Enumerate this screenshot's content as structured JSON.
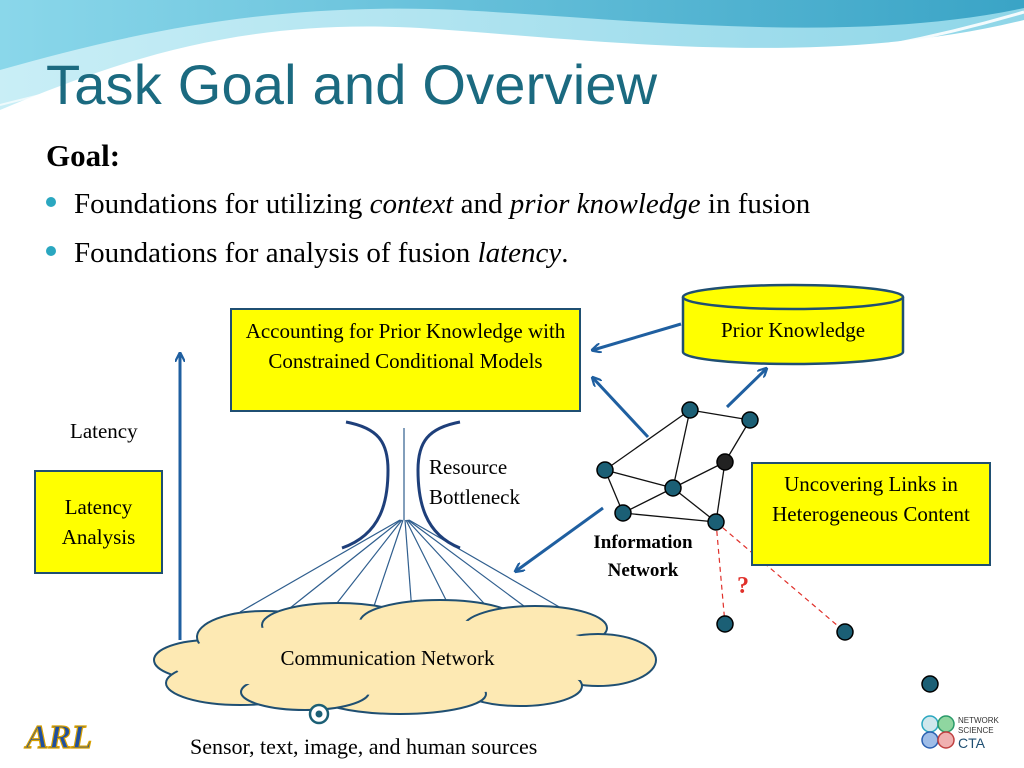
{
  "slide": {
    "title": "Task Goal and Overview",
    "goal_heading": "Goal:",
    "bullets": [
      {
        "text_1": "Foundations for utilizing ",
        "italic_1": "context",
        "text_2": " and ",
        "italic_2": "prior knowledge",
        "text_3": " in fusion"
      },
      {
        "text_1": "Foundations for analysis of fusion ",
        "italic_1": "latency",
        "text_2": "."
      }
    ]
  },
  "diagram": {
    "box_constrained_models": "Accounting for Prior Knowledge with Constrained Conditional Models",
    "prior_knowledge": "Prior Knowledge",
    "latency_analysis": "Latency Analysis",
    "uncovering_links": "Uncovering Links in Heterogeneous Content",
    "latency_label": "Latency",
    "resource_bottleneck": "Resource Bottleneck",
    "information_network": "Information Network",
    "question_mark": "?",
    "communication_network": "Communication Network",
    "sources_caption": "Sensor, text, image, and human sources"
  },
  "logos": {
    "arl_text": "ARL",
    "cta_line1": "NETWORK",
    "cta_line2": "SCIENCE",
    "cta_line3": "CTA"
  },
  "colors": {
    "title": "#1b6a80",
    "bullet": "#2aa7c0",
    "box_fill": "#ffff00",
    "box_border": "#1f4f72",
    "arrow": "#1f5fa0",
    "node_fill": "#1b5f75",
    "cloud_fill": "#fde9b3",
    "red_dashed": "#e0302a"
  }
}
